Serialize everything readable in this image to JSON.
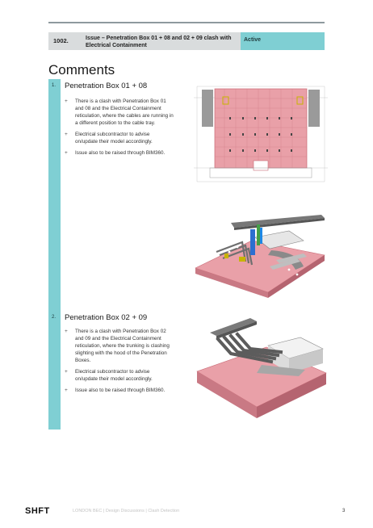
{
  "issue": {
    "number": "1002.",
    "title": "Issue – Penetration Box 01 + 08 and 02 + 09 clash with Electrical Containment",
    "status": "Active"
  },
  "heading": "Comments",
  "sections": [
    {
      "number": "1.",
      "title": "Penetration Box 01 + 08",
      "bullets": [
        "There is a clash with Penetration Box 01 and 08 and the Electrical Containment reticulation, where the cables are running in a different position to the cable tray.",
        "Electrical subcontractor to advise on/update their model accordingly.",
        "Issue also to be raised through BIM360."
      ]
    },
    {
      "number": "2.",
      "title": "Penetration Box 02 + 09",
      "bullets": [
        "There is a clash with Penetration Box 02 and 09 and the Electrical Containment reticulation, where the trunking is clashing slighting with the hood of the Penetration Boxes.",
        "Electrical subcontractor to advise on/update their model accordingly.",
        "Issue also to be raised through BIM360."
      ]
    }
  ],
  "bullet_marker": "+",
  "footer": {
    "logo": "SHFT",
    "text": "LONDON BEC | Design Discussions | Clash Detection",
    "page": "3"
  },
  "colors": {
    "accent_teal": "#7fcfd3",
    "header_grey": "#d9dcdd",
    "model_pink": "#e9a0a8"
  }
}
